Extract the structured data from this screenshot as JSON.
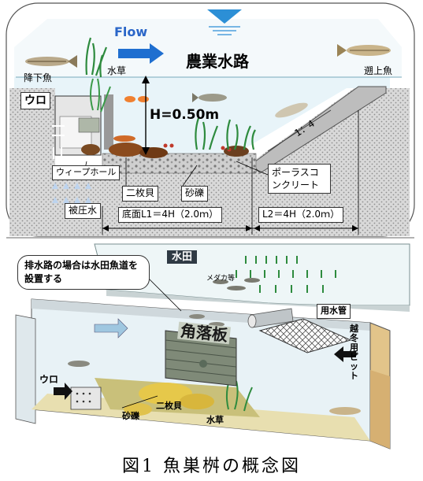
{
  "caption": "図1 魚巣桝の概念図",
  "upper": {
    "flow_label": "Flow",
    "channel_label": "農業水路",
    "downstream_fish": "降下魚",
    "upstream_fish": "遡上魚",
    "water_plant": "水草",
    "uro": "ウロ",
    "depth": "H=0.50m",
    "slope": "1：4",
    "weep_hole": "ウィープホール",
    "shellfish": "二枚貝",
    "gravel": "砂礫",
    "porous_concrete": "ポーラスコンクリート",
    "pressure_water": "被圧水",
    "bottom_length": "底面L1＝4H（2.0ｍ）",
    "slope_length": "L2＝4H（2.0ｍ）"
  },
  "lower": {
    "paddy": "水田",
    "note": "排水路の場合は水田魚道を設置する",
    "medaka": "メダカ等",
    "intake_pipe": "用水管",
    "weir_board": "角落板",
    "wintering_pit": "越冬用ピット",
    "uro": "ウロ",
    "shellfish": "二枚貝",
    "gravel": "砂礫",
    "water_plant": "水草"
  },
  "colors": {
    "water": "#e6f3f8",
    "soil": "#d9d9d9",
    "green": "#2e8b3e",
    "flow_arrow": "#1f6fd0",
    "flow_text": "#2a66c8",
    "sand": "#d9c98c"
  }
}
